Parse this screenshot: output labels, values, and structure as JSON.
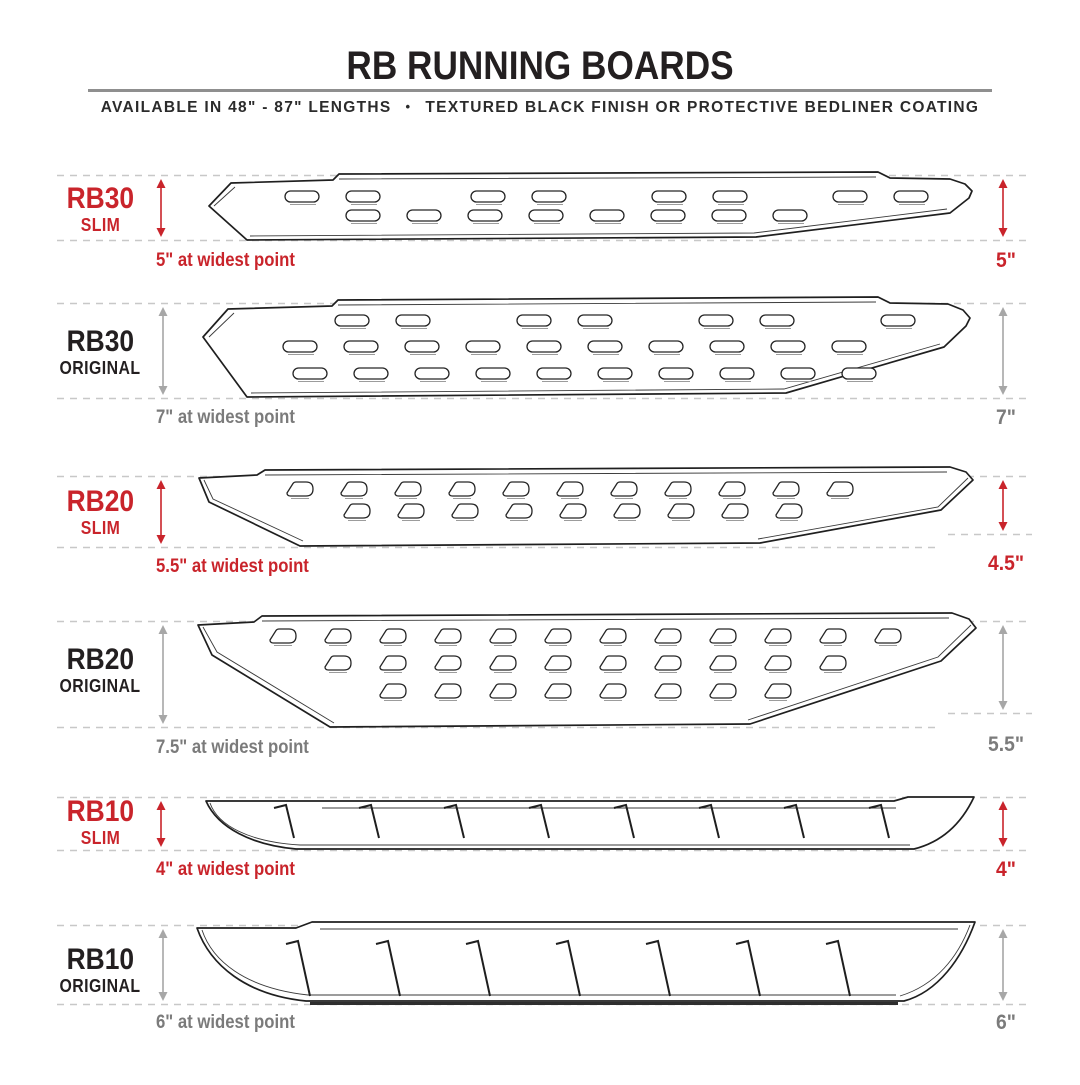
{
  "header": {
    "title": "RB RUNNING BOARDS",
    "subtitle": {
      "left": "AVAILABLE IN 48\" - 87\" LENGTHS",
      "separator": "•",
      "right": "TEXTURED BLACK FINISH OR PROTECTIVE BEDLINER COATING"
    }
  },
  "colors": {
    "accent_red": "#C9242B",
    "accent_gray": "#A7A7A7",
    "caption_gray": "#7B7B7B",
    "text_black": "#231F20",
    "dash_gray": "#C8C8C8",
    "line_black": "#1F1F1F",
    "rule_gray": "#8F8F8F"
  },
  "rows": [
    {
      "model": "RB30",
      "variant": "SLIM",
      "accent": "red",
      "width_caption": "5\" at widest point",
      "end_width_label": "5\""
    },
    {
      "model": "RB30",
      "variant": "ORIGINAL",
      "accent": "gray",
      "width_caption": "7\" at widest point",
      "end_width_label": "7\""
    },
    {
      "model": "RB20",
      "variant": "SLIM",
      "accent": "red",
      "width_caption": "5.5\" at widest point",
      "end_width_label": "4.5\""
    },
    {
      "model": "RB20",
      "variant": "ORIGINAL",
      "accent": "gray",
      "width_caption": "7.5\" at widest point",
      "end_width_label": "5.5\""
    },
    {
      "model": "RB10",
      "variant": "SLIM",
      "accent": "red",
      "width_caption": "4\" at widest point",
      "end_width_label": "4\""
    },
    {
      "model": "RB10",
      "variant": "ORIGINAL",
      "accent": "gray",
      "width_caption": "6\" at widest point",
      "end_width_label": "6\""
    }
  ]
}
